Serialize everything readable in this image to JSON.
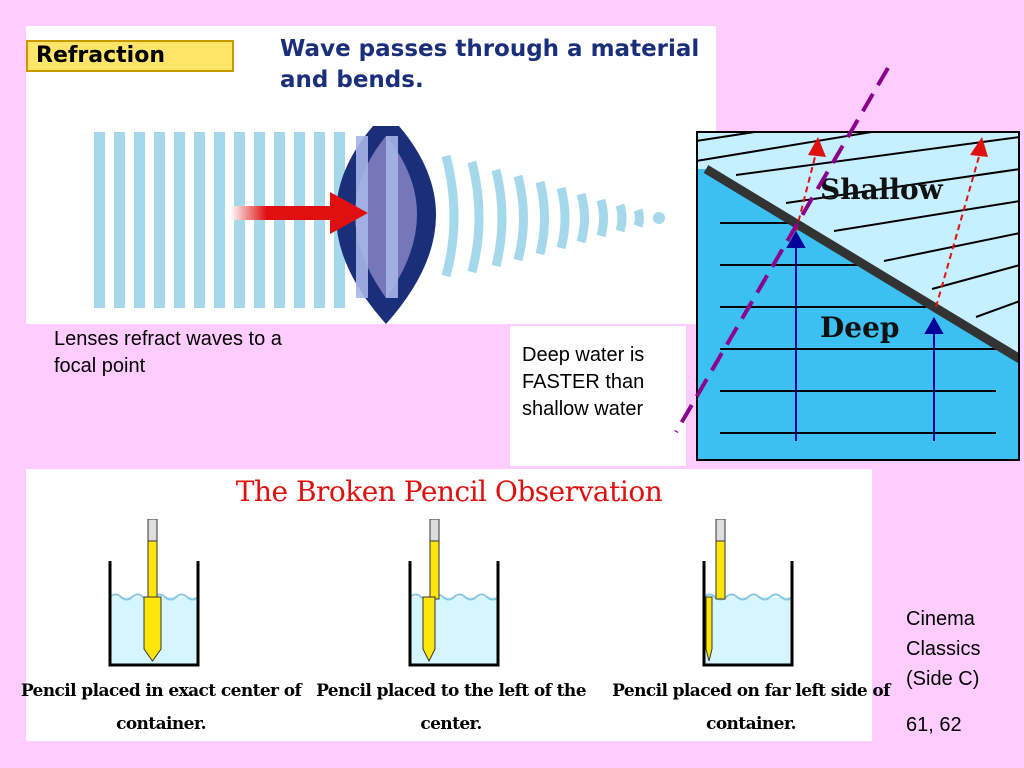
{
  "refraction": {
    "tag": "Refraction",
    "headline": "Wave passes through a material and bends.",
    "caption": "Lenses refract waves to a focal point"
  },
  "water_diagram": {
    "note": "Deep water is FASTER than shallow water",
    "shallow_label": "Shallow",
    "deep_label": "Deep"
  },
  "pencil": {
    "title": "The Broken Pencil Observation",
    "captions": [
      "Pencil placed in exact center of container.",
      "Pencil placed to the left of the center.",
      "Pencil placed on far left side of container."
    ]
  },
  "side_note": "Cinema Classics (Side C)",
  "page_ref": "61, 62",
  "colors": {
    "background": "#ffccff",
    "wave": "#a6d8ec",
    "lens": "#1a2f7a",
    "arrow": "#e01010",
    "deep_water": "#3cc0f2",
    "shallow_water": "#c6f0ff",
    "ray_normal": "#000099",
    "ray_refracted": "#e01010",
    "guide_line": "#8a008a",
    "pencil": "#ffe60a",
    "water_fill": "#d6f6ff",
    "title_red": "#e01010"
  }
}
